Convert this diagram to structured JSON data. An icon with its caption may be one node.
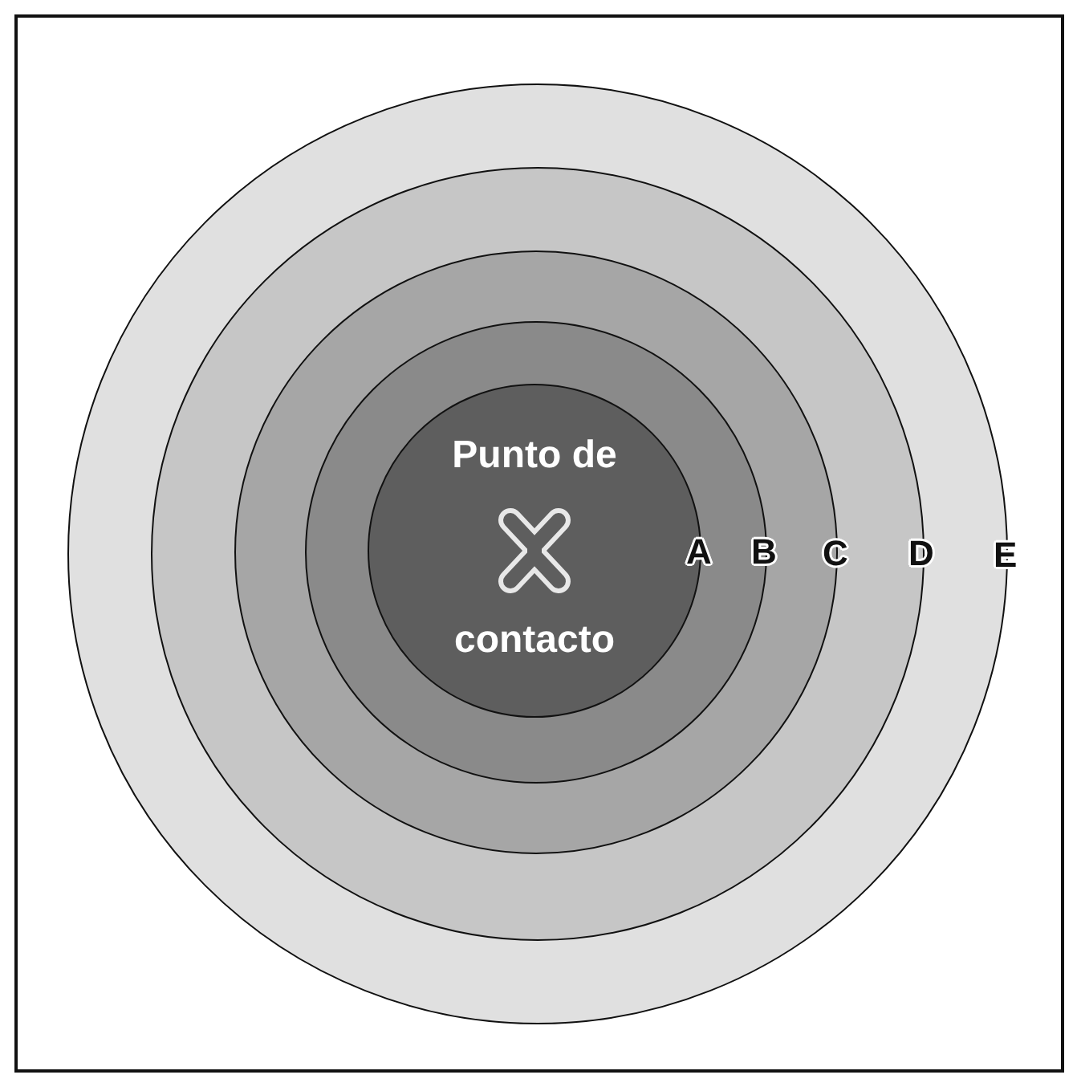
{
  "diagram": {
    "nodes": [
      {
        "text": [
          "E"
        ]
      },
      {
        "text": [
          "D"
        ],
        "in": 0
      },
      {
        "text": [
          "C"
        ],
        "in": 1
      },
      {
        "text": [
          "B"
        ],
        "in": 2
      },
      {
        "text": [
          "Punto de",
          "contacto",
          "A"
        ],
        "in": 3
      }
    ]
  }
}
